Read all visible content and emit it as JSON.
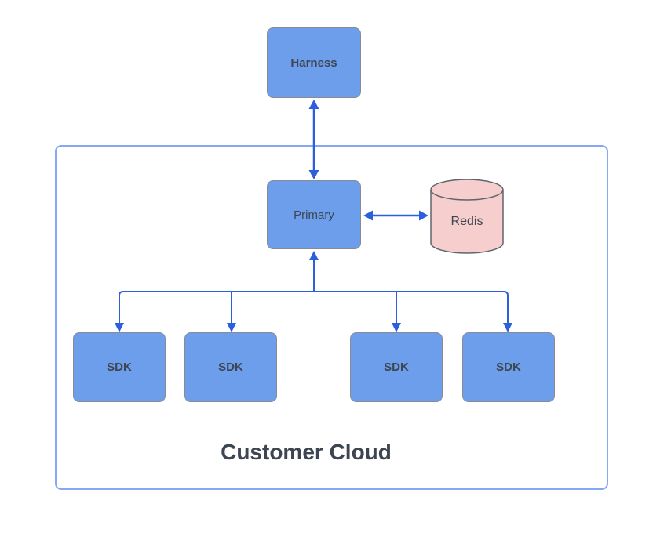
{
  "diagram": {
    "container": {
      "title": "Customer Cloud"
    },
    "nodes": {
      "harness": {
        "label": "Harness",
        "shape": "rounded-rect"
      },
      "primary": {
        "label": "Primary",
        "shape": "rounded-rect"
      },
      "redis": {
        "label": "Redis",
        "shape": "cylinder"
      },
      "sdk1": {
        "label": "SDK",
        "shape": "rounded-rect"
      },
      "sdk2": {
        "label": "SDK",
        "shape": "rounded-rect"
      },
      "sdk3": {
        "label": "SDK",
        "shape": "rounded-rect"
      },
      "sdk4": {
        "label": "SDK",
        "shape": "rounded-rect"
      }
    },
    "edges": [
      {
        "from": "harness",
        "to": "primary",
        "direction": "bidirectional"
      },
      {
        "from": "primary",
        "to": "redis",
        "direction": "bidirectional"
      },
      {
        "from": "primary",
        "to": "sdk1",
        "direction": "down"
      },
      {
        "from": "primary",
        "to": "sdk2",
        "direction": "down"
      },
      {
        "from": "primary",
        "to": "sdk3",
        "direction": "down"
      },
      {
        "from": "primary",
        "to": "sdk4",
        "direction": "down"
      }
    ],
    "colors": {
      "node_fill": "#6D9EEB",
      "node_border": "#888C92",
      "redis_fill": "#F6CECE",
      "redis_border": "#5F656C",
      "connector": "#2B5FDB",
      "container_border": "#84A8F4",
      "text": "#3E4651",
      "title_text": "#3C4550",
      "background": "#FFFFFF"
    }
  }
}
